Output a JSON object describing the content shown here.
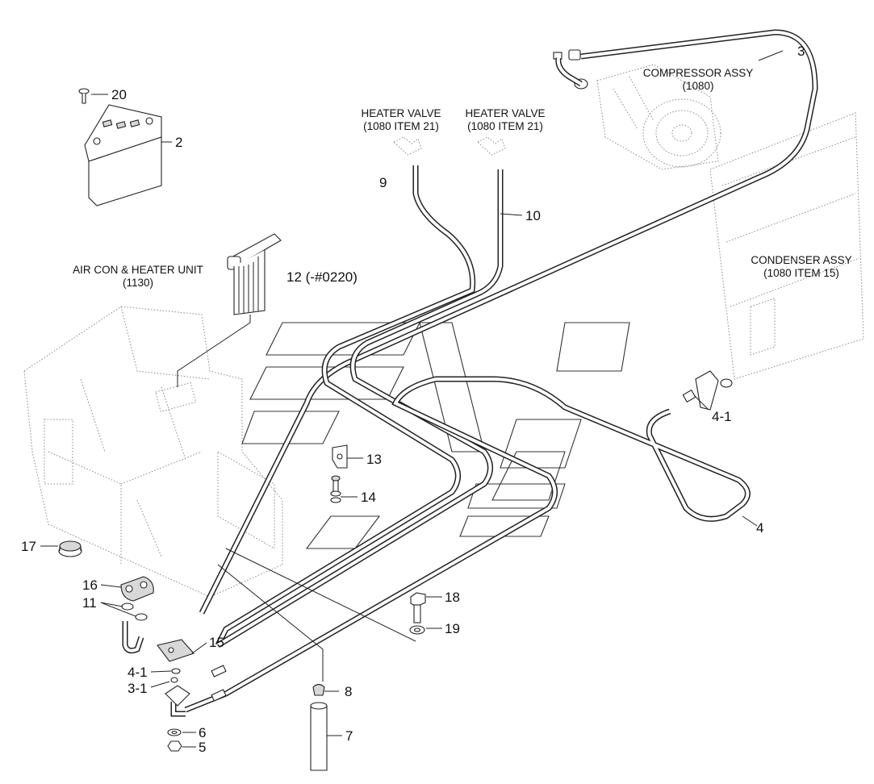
{
  "diagram": {
    "callouts": {
      "c2": "2",
      "c3": "3",
      "c4": "4",
      "c4_1a": "4-1",
      "c4_1b": "4-1",
      "c3_1": "3-1",
      "c5": "5",
      "c6": "6",
      "c7": "7",
      "c8": "8",
      "c9": "9",
      "c10": "10",
      "c11": "11",
      "c12": "12 (-#0220)",
      "c13": "13",
      "c14": "14",
      "c15": "15",
      "c16": "16",
      "c17": "17",
      "c18": "18",
      "c19": "19",
      "c20": "20"
    },
    "captions": {
      "compressor_line1": "COMPRESSOR ASSY",
      "compressor_line2": "(1080)",
      "heater_valve_left_line1": "HEATER VALVE",
      "heater_valve_left_line2": "(1080 ITEM 21)",
      "heater_valve_right_line1": "HEATER VALVE",
      "heater_valve_right_line2": "(1080 ITEM 21)",
      "aircon_line1": "AIR CON & HEATER UNIT",
      "aircon_line2": "(1130)",
      "condenser_line1": "CONDENSER ASSY",
      "condenser_line2": "(1080 ITEM 15)"
    }
  }
}
